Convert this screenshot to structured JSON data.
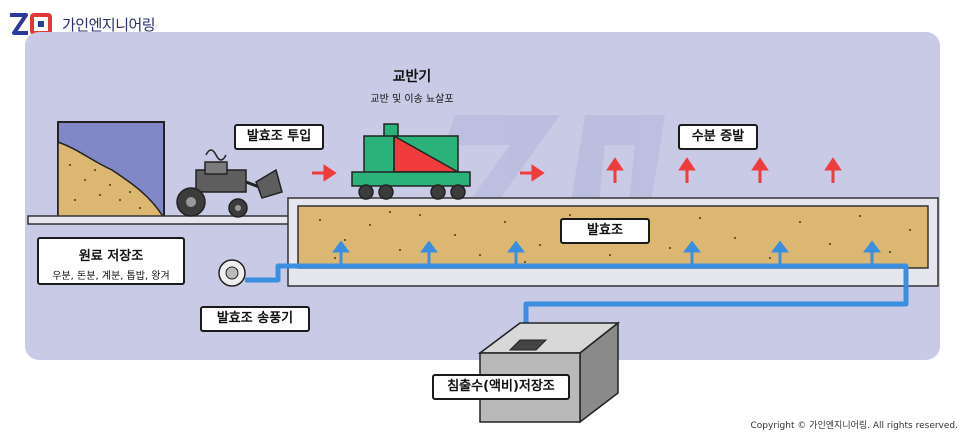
{
  "header": {
    "brand_name": "가인엔지니어링"
  },
  "labels": {
    "raw_storage": {
      "title": "원료 저장조",
      "subtitle": "우분, 돈분, 계분, 톱밥, 왕겨"
    },
    "feed_input": "발효조 투입",
    "agitator": {
      "title": "교반기",
      "subtitle": "교반 및 이송 뇨살포"
    },
    "evaporation": "수분 증발",
    "fermenter": "발효조",
    "blower": "발효조 송풍기",
    "leachate_tank": "침출수(액비)저장조"
  },
  "footer": {
    "copyright": "Copyright © 가인엔지니어링. All rights reserved."
  },
  "colors": {
    "panel": "#c9cae6",
    "sand": "#dcb771",
    "pipe": "#3b8fe0",
    "arrow_red": "#ef3b3b",
    "machine_green": "#2bb27a",
    "brand_blue": "#2b3a9e"
  }
}
